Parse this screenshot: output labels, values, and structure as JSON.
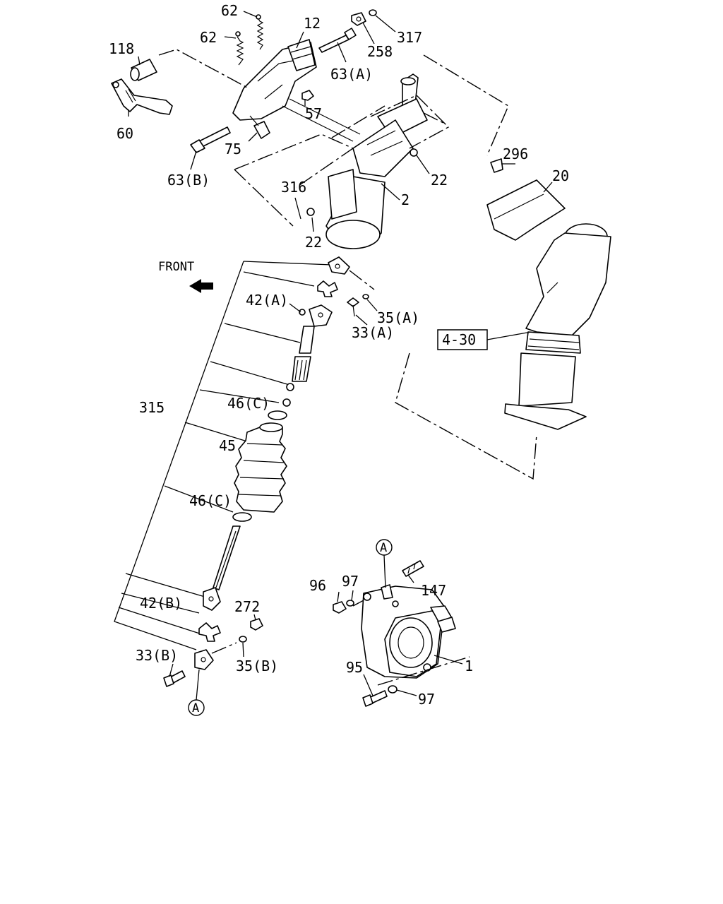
{
  "diagram": {
    "front_label": "FRONT",
    "ref_box": "4-30",
    "circle_mark": "A",
    "labels": {
      "p62a": "62",
      "p62b": "62",
      "p12": "12",
      "p118": "118",
      "p60": "60",
      "p317": "317",
      "p258": "258",
      "p63a": "63(A)",
      "p57": "57",
      "p75": "75",
      "p63b": "63(B)",
      "p296": "296",
      "p20": "20",
      "p22a": "22",
      "p316": "316",
      "p2": "2",
      "p22b": "22",
      "p42a": "42(A)",
      "p35a": "35(A)",
      "p33a": "33(A)",
      "p315": "315",
      "p46c_a": "46(C)",
      "p45": "45",
      "p46c_b": "46(C)",
      "p96": "96",
      "p97a": "97",
      "p147": "147",
      "p42b": "42(B)",
      "p272": "272",
      "p33b": "33(B)",
      "p35b": "35(B)",
      "p1": "1",
      "p95": "95",
      "p97b": "97"
    }
  }
}
